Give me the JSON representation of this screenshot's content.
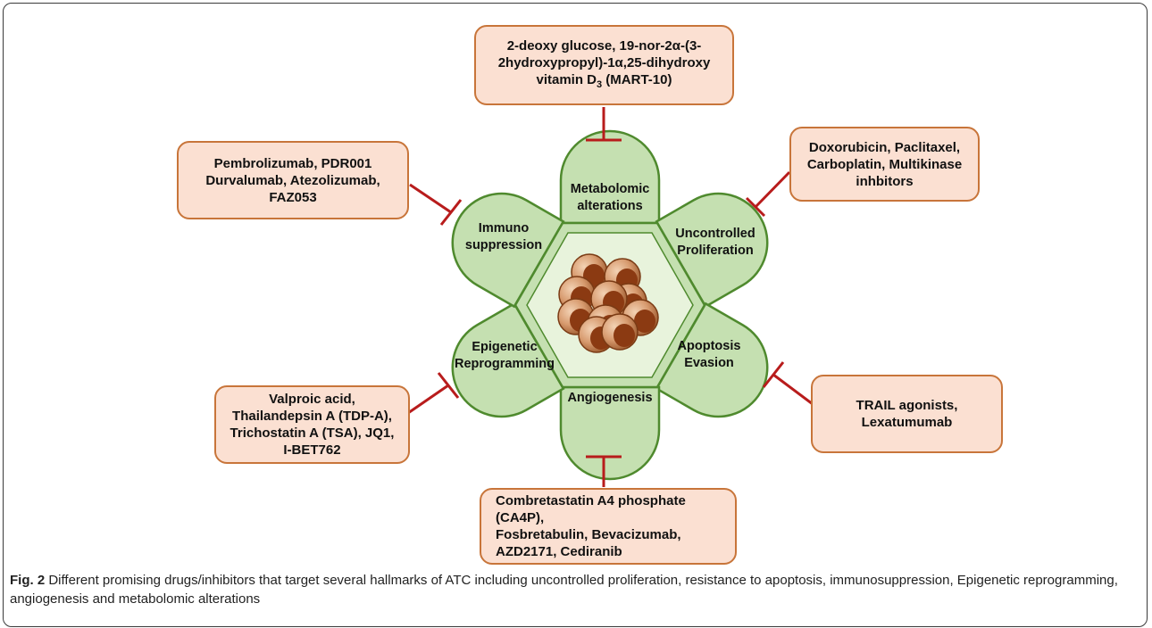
{
  "hallmarks": {
    "metabolomic": [
      "Metabolomic",
      "alterations"
    ],
    "proliferation": [
      "Uncontrolled",
      "Proliferation"
    ],
    "apoptosis": [
      "Apoptosis",
      "Evasion"
    ],
    "angiogenesis": [
      "Angiogenesis"
    ],
    "epigenetic": [
      "Epigenetic",
      "Reprogramming"
    ],
    "immuno": [
      "Immuno",
      "suppression"
    ]
  },
  "drugs": {
    "metabolomic": {
      "line1": "2-deoxy glucose, 19-nor-2α-(3-",
      "line2": "2hydroxypropyl)-1α,25-dihydroxy",
      "line3_pre": "vitamin D",
      "line3_sub": "3",
      "line3_post": " (MART-10)"
    },
    "proliferation": [
      "Doxorubicin, Paclitaxel,",
      "Carboplatin, Multikinase",
      "inhbitors"
    ],
    "immuno": [
      "Pembrolizumab, PDR001",
      "Durvalumab, Atezolizumab,",
      "FAZ053"
    ],
    "epigenetic": [
      "Valproic acid,",
      "Thailandepsin A (TDP-A),",
      "Trichostatin A (TSA), JQ1,",
      "I-BET762"
    ],
    "apoptosis": [
      "TRAIL agonists,",
      "Lexatumumab"
    ],
    "angiogenesis": [
      "Combretastatin A4 phosphate (CA4P),",
      "Fosbretabulin, Bevacizumab,",
      "AZD2171, Cediranib"
    ]
  },
  "caption": {
    "label": "Fig. 2",
    "text": " Different promising drugs/inhibitors that target several hallmarks of ATC including uncontrolled proliferation, resistance to apoptosis, immunosuppression, Epigenetic reprogramming, angiogenesis and metabolomic alterations"
  },
  "colors": {
    "petal_fill": "#c5e0b1",
    "petal_stroke": "#4f8a2e",
    "box_fill": "#fbe0d2",
    "box_stroke": "#c8753a",
    "inhibitor": "#b81c1c",
    "cell": "#8b3a12"
  }
}
